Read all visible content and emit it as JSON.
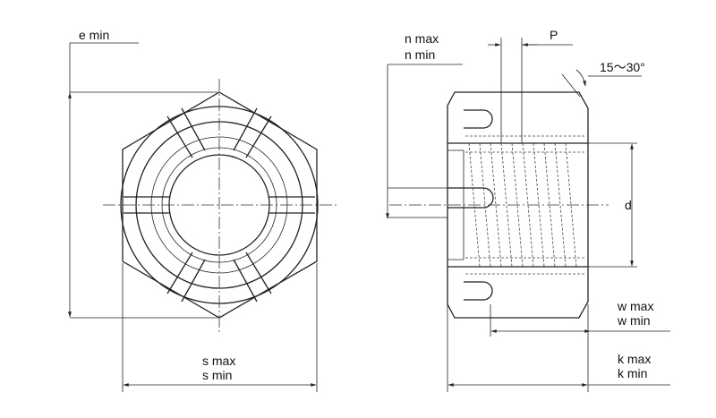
{
  "labels": {
    "e_min": "e min",
    "s_max": "s max",
    "s_min": "s min",
    "n_max": "n max",
    "n_min": "n min",
    "p": "P",
    "angle": "15～30°",
    "d": "d",
    "w_max": "w max",
    "w_min": "w min",
    "k_max": "k max",
    "k_min": "k min"
  },
  "colors": {
    "line": "#222222",
    "background": "#ffffff"
  }
}
